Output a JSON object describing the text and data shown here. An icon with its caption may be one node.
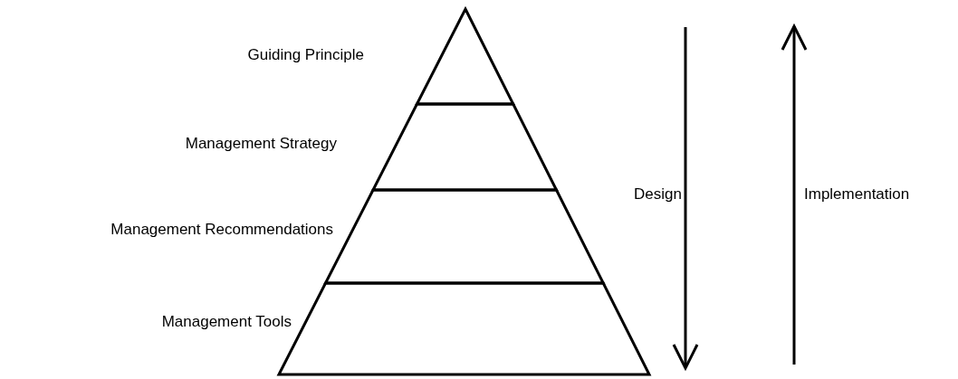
{
  "diagram": {
    "nodes": [
      {
        "text": [],
        "shape": "triangle",
        "beside": [
          "Guiding Principle"
        ]
      },
      {
        "text": [],
        "shape": "trapezoid",
        "beside": [
          "Management Strategy"
        ]
      },
      {
        "text": [],
        "shape": "trapezoid",
        "beside": [
          "Management Recommendations"
        ]
      },
      {
        "text": [],
        "shape": "trapezoid",
        "beside": [
          "Management Tools"
        ]
      }
    ],
    "labels": [
      "Design",
      "Implementation"
    ]
  }
}
